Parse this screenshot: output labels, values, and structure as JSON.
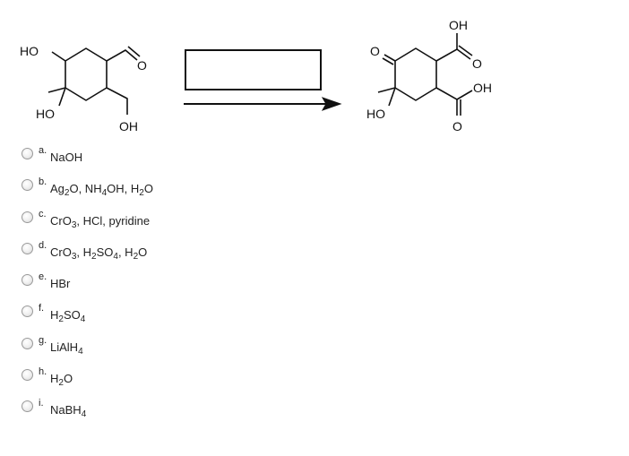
{
  "reaction": {
    "reactant_labels": {
      "ho_top": "HO",
      "ho_bottom": "HO",
      "oh_bottom": "OH",
      "o_aldehyde": "O"
    },
    "product_labels": {
      "o_ketone": "O",
      "oh_top": "OH",
      "o_top": "O",
      "oh_right": "OH",
      "ho_bottom": "HO",
      "o_bottom": "O"
    }
  },
  "options": [
    {
      "letter": "a.",
      "text": "NaOH"
    },
    {
      "letter": "b.",
      "text": "Ag_2O, NH_4OH, H_2O"
    },
    {
      "letter": "c.",
      "text": "CrO_3, HCl, pyridine"
    },
    {
      "letter": "d.",
      "text": "CrO_3, H_2SO_4, H_2O"
    },
    {
      "letter": "e.",
      "text": "HBr"
    },
    {
      "letter": "f.",
      "text": "H_2SO_4"
    },
    {
      "letter": "g.",
      "text": "LiAlH_4"
    },
    {
      "letter": "h.",
      "text": "H_2O"
    },
    {
      "letter": "i.",
      "text": "NaBH_4"
    }
  ]
}
